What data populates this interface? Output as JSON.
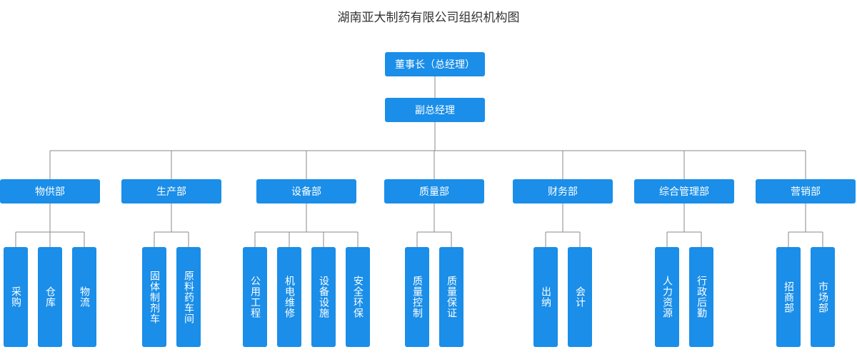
{
  "title": "湖南亚大制药有限公司组织机构图",
  "colors": {
    "node": "#1a8ee8",
    "line": "#8a8a8a",
    "text": "#333333"
  },
  "top": "董事长（总经理）",
  "deputy": "副总经理",
  "departments": [
    {
      "name": "物供部",
      "units": [
        "采购",
        "仓库",
        "物流"
      ]
    },
    {
      "name": "生产部",
      "units": [
        "固体制剂车",
        "原料药车间"
      ]
    },
    {
      "name": "设备部",
      "units": [
        "公用工程",
        "机电维修",
        "设备设施",
        "安全环保"
      ]
    },
    {
      "name": "质量部",
      "units": [
        "质量控制",
        "质量保证"
      ]
    },
    {
      "name": "财务部",
      "units": [
        "出纳",
        "会计"
      ]
    },
    {
      "name": "综合管理部",
      "units": [
        "人力资源",
        "行政后勤"
      ]
    },
    {
      "name": "营销部",
      "units": [
        "招商部",
        "市场部"
      ]
    }
  ]
}
